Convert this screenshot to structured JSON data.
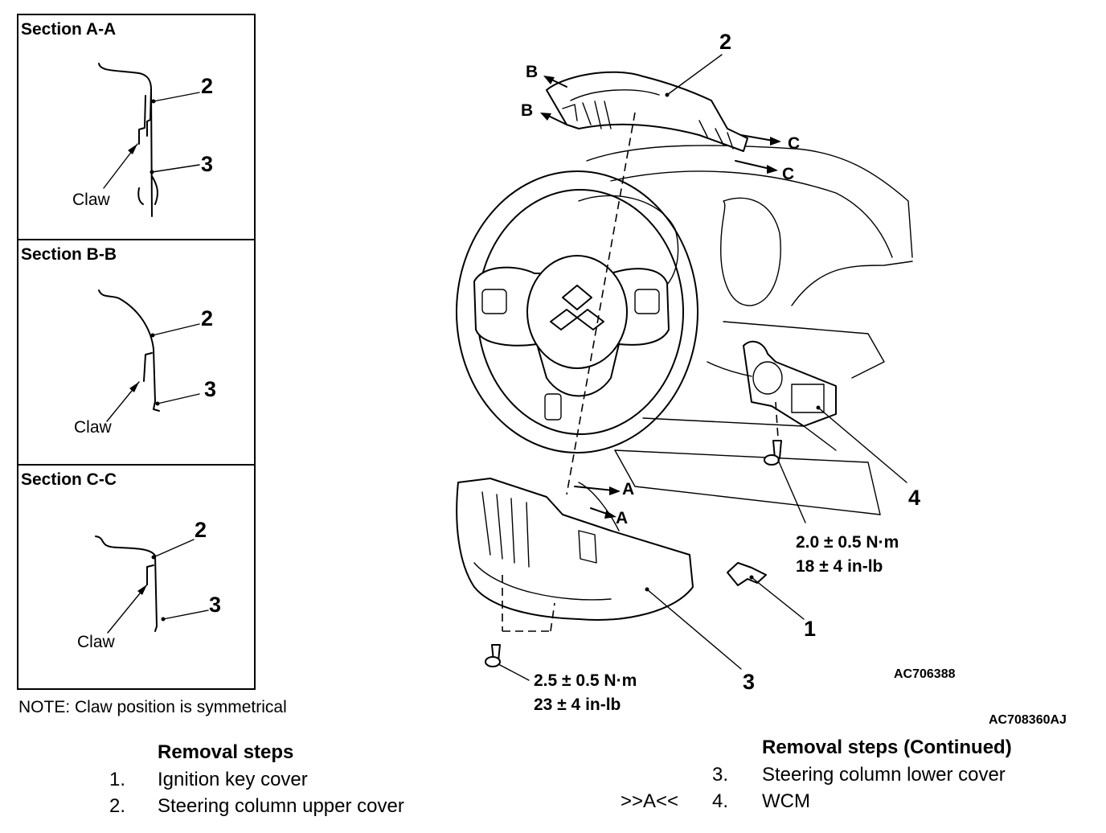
{
  "sections": [
    {
      "title": "Section A-A",
      "label_2": "2",
      "label_3": "3",
      "claw": "Claw"
    },
    {
      "title": "Section B-B",
      "label_2": "2",
      "label_3": "3",
      "claw": "Claw"
    },
    {
      "title": "Section C-C",
      "label_2": "2",
      "label_3": "3",
      "claw": "Claw"
    }
  ],
  "note": "NOTE: Claw position is symmetrical",
  "callouts": {
    "n1": "1",
    "n2": "2",
    "n3": "3",
    "n4": "4",
    "A": "A",
    "B": "B",
    "C": "C"
  },
  "torque_upper": {
    "metric": "2.0 ± 0.5 N·m",
    "imperial": "18 ± 4 in-lb"
  },
  "torque_lower": {
    "metric": "2.5 ± 0.5 N·m",
    "imperial": "23 ± 4 in-lb"
  },
  "figure_codes": {
    "inner": "AC706388",
    "outer": "AC708360AJ"
  },
  "removal_steps": {
    "heading": "Removal steps",
    "items": [
      {
        "num": "1.",
        "label": "Ignition key cover"
      },
      {
        "num": "2.",
        "label": "Steering column upper cover"
      }
    ]
  },
  "removal_steps_continued": {
    "heading": "Removal steps (Continued)",
    "items": [
      {
        "marker": "",
        "num": "3.",
        "label": "Steering column lower cover"
      },
      {
        "marker": ">>A<<",
        "num": "4.",
        "label": "WCM"
      }
    ]
  }
}
